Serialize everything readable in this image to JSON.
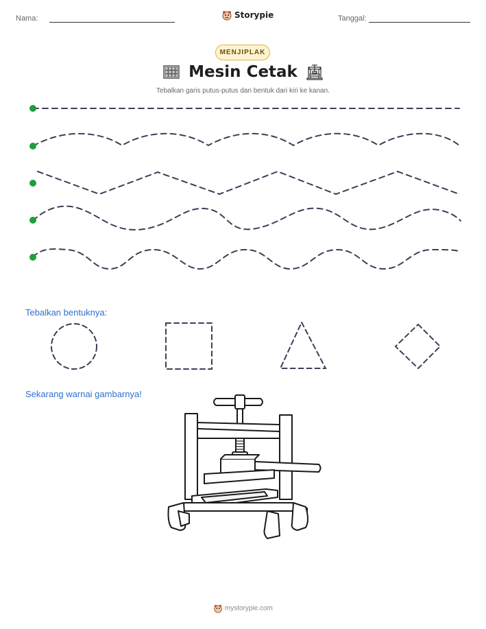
{
  "header": {
    "name_label": "Nama:",
    "brand": "Storypie",
    "date_label": "Tanggal:"
  },
  "badge": "MENJIPLAK",
  "title": "Mesin Cetak",
  "subtitle": "Tebalkan garis putus-putus dan bentuk dari kiri ke kanan.",
  "lines": [
    {
      "kind": "straight"
    },
    {
      "kind": "soft-wave"
    },
    {
      "kind": "zigzag"
    },
    {
      "kind": "wave"
    },
    {
      "kind": "bump-wave"
    }
  ],
  "shapes_section": {
    "label": "Tebalkan bentuknya:",
    "shapes": [
      "circle",
      "square",
      "triangle",
      "diamond"
    ]
  },
  "coloring_section": {
    "label": "Sekarang warnai gambarnya!",
    "illustration": "printing-press"
  },
  "footer": "mystorypie.com",
  "colors": {
    "dash": "#3a3f57",
    "start_dot": "#1e9e3e",
    "label_blue": "#2f6fd1",
    "badge_bg": "#fdf3d0",
    "badge_border": "#e3b341"
  }
}
